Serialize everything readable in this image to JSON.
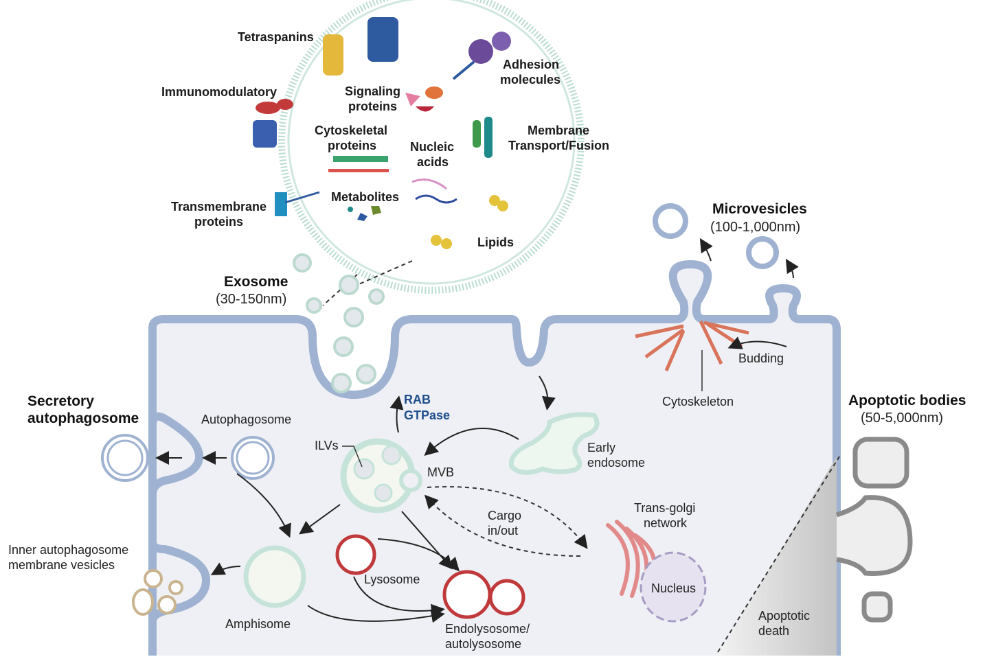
{
  "exosome_panel": {
    "tetraspanins": "Tetraspanins",
    "adhesion": [
      "Adhesion",
      "molecules"
    ],
    "immunomodulatory": "Immunomodulatory",
    "signaling": [
      "Signaling",
      "proteins"
    ],
    "cytoskeletal": [
      "Cytoskeletal",
      "proteins"
    ],
    "membrane_transport": [
      "Membrane",
      "Transport/Fusion"
    ],
    "nucleic": [
      "Nucleic",
      "acids"
    ],
    "transmembrane": [
      "Transmembrane",
      "proteins"
    ],
    "metabolites": "Metabolites",
    "lipids": "Lipids"
  },
  "exosome": {
    "title": "Exosome",
    "size": "(30-150nm)"
  },
  "microvesicles": {
    "title": "Microvesicles",
    "size": "(100-1,000nm)"
  },
  "apoptotic_bodies": {
    "title": "Apoptotic bodies",
    "size": "(50-5,000nm)"
  },
  "secretory_autophagosome": [
    "Secretory",
    "autophagosome"
  ],
  "labels": {
    "autophagosome": "Autophagosome",
    "rab": [
      "RAB",
      "GTPase"
    ],
    "ilvs": "ILVs",
    "mvb": "MVB",
    "early_endosome": [
      "Early",
      "endosome"
    ],
    "budding": "Budding",
    "cytoskeleton": "Cytoskeleton",
    "cargo": [
      "Cargo",
      "in/out"
    ],
    "trans_golgi": [
      "Trans-golgi",
      "network"
    ],
    "nucleus": "Nucleus",
    "inner_vesicles": [
      "Inner autophagosome",
      "membrane vesicles"
    ],
    "amphisome": "Amphisome",
    "lysosome": "Lysosome",
    "endolysosome": [
      "Endolysosome/",
      "autolysosome"
    ],
    "apoptotic_death": [
      "Apoptotic",
      "death"
    ]
  },
  "colors": {
    "cell_fill": "#eef0f5",
    "membrane": "#9fb2d1",
    "membrane_edge": "#7d90b2",
    "endosome": "#cfe8e2",
    "lysosome": "#c0393b",
    "apoptotic": "#bfbfbf",
    "rab": "#1f4e8c"
  }
}
